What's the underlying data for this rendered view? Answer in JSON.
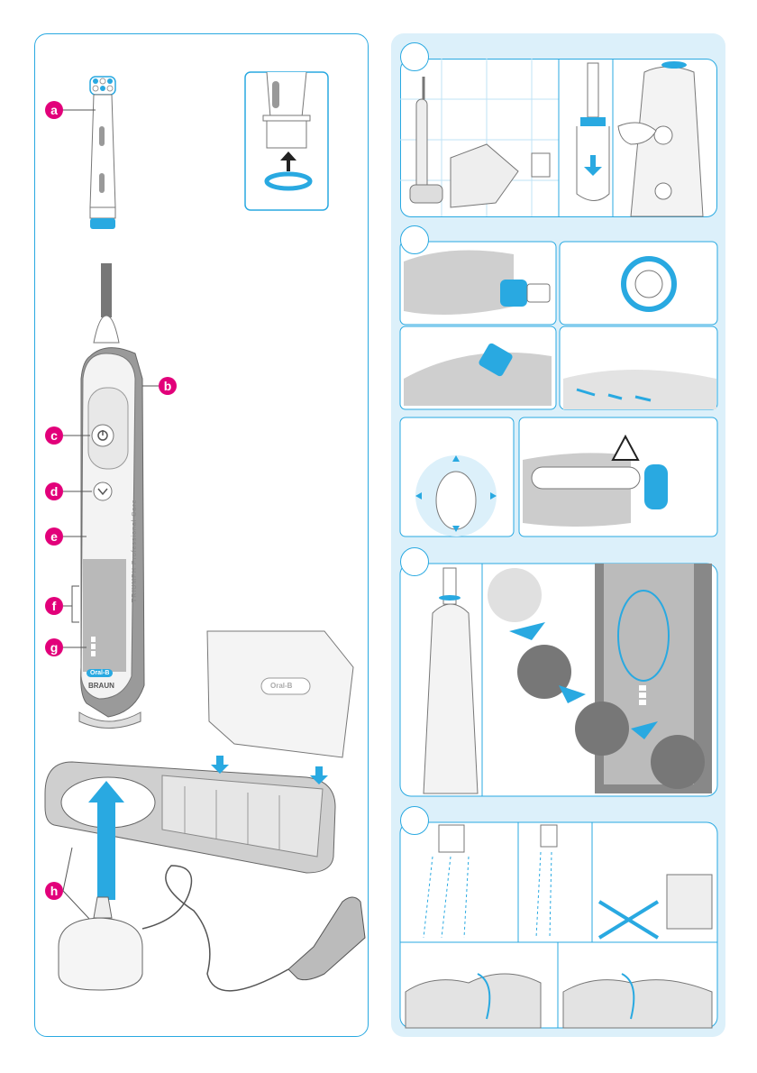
{
  "callouts": {
    "a": "a",
    "b": "b",
    "c": "c",
    "d": "d",
    "e": "e",
    "f": "f",
    "g": "g",
    "h": "h"
  },
  "handle": {
    "text": "TRIUMPH Professional Care",
    "brand": "BRAUN",
    "badge": "Oral-B"
  },
  "case_logo": "Oral-B",
  "colors": {
    "accent": "#29a9e1",
    "callout": "#e2007a",
    "panel_bg": "#dcf0fa"
  },
  "icons": [
    "power-icon",
    "mode-icon",
    "daily-clean-icon",
    "pro-clean-icon",
    "sensitive-icon",
    "whitening-icon",
    "warning-icon",
    "arrow-up-icon"
  ]
}
